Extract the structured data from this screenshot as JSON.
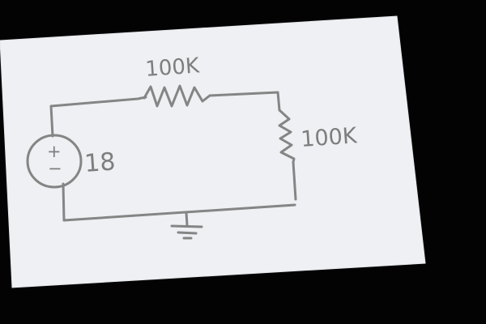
{
  "diagram": {
    "type": "circuit-schematic",
    "source": {
      "component": "dc-voltage-source",
      "value_label": "18",
      "symbol_plus": "+",
      "symbol_minus": "−"
    },
    "resistor_top": {
      "component": "resistor",
      "value_label": "100K"
    },
    "resistor_right": {
      "component": "resistor",
      "value_label": "100K"
    },
    "ground": {
      "component": "ground-symbol"
    },
    "colors": {
      "background": "#030303",
      "paper": "#eef0f3",
      "ink": "#808080"
    }
  }
}
